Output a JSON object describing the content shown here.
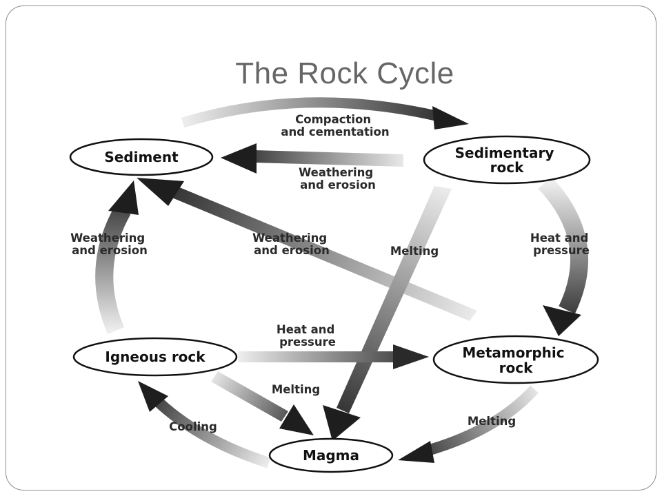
{
  "slide": {
    "title": "The Rock Cycle"
  },
  "nodes": {
    "sediment": "Sediment",
    "sedimentary_rock": [
      "Sedimentary",
      "rock"
    ],
    "igneous_rock": "Igneous rock",
    "metamorphic_rock": [
      "Metamorphic",
      "rock"
    ],
    "magma": "Magma"
  },
  "processes": {
    "compaction_cementation": [
      "Compaction",
      "and cementation"
    ],
    "weathering_top": [
      "Weathering",
      "and erosion"
    ],
    "weathering_left": [
      "Weathering",
      "and erosion"
    ],
    "weathering_middle": [
      "Weathering",
      "and erosion"
    ],
    "melting_center": "Melting",
    "heat_pressure_right": [
      "Heat and",
      "pressure"
    ],
    "heat_pressure_middle": [
      "Heat and",
      "pressure"
    ],
    "melting_igneous": "Melting",
    "melting_metamorphic": "Melting",
    "cooling": "Cooling"
  },
  "colors": {
    "arrow_dark": "#1e1e1e",
    "arrow_light": "#e6e6e6",
    "title": "#666666"
  }
}
